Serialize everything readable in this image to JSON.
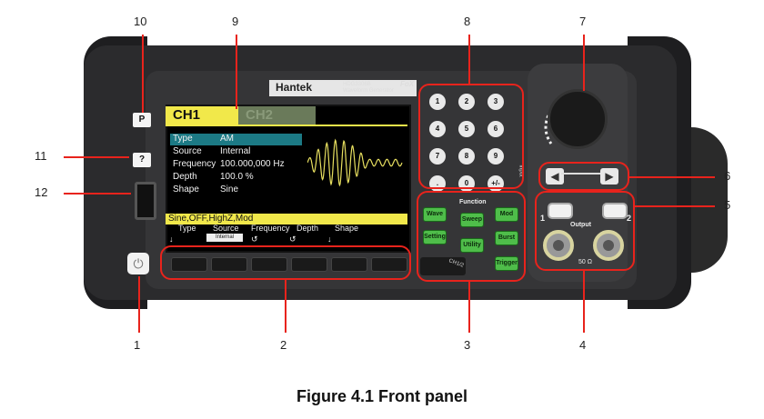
{
  "device": {
    "brand": "Hantek",
    "model_line1": "HDG3306B",
    "model_line2": "Waveform Generator",
    "logo_text": "FoX",
    "left_keys": {
      "p": "P",
      "help": "?"
    },
    "power_symbol": "⏻"
  },
  "screen": {
    "tab_ch1": "CH1",
    "tab_ch2": "CH2",
    "params": [
      {
        "key": "Type",
        "value": "AM"
      },
      {
        "key": "Source",
        "value": "Internal"
      },
      {
        "key": "Frequency",
        "value": "100.000,000 Hz"
      },
      {
        "key": "Depth",
        "value": "100.0 %"
      },
      {
        "key": "Shape",
        "value": "Sine"
      }
    ],
    "status_line": "Sine,OFF,HighZ,Mod",
    "softkeys": [
      {
        "label": "Type",
        "sub": "↓"
      },
      {
        "label": "Source",
        "sub": "Internal"
      },
      {
        "label": "Frequency",
        "sub": "↺"
      },
      {
        "label": "Depth",
        "sub": "↺"
      },
      {
        "label": "Shape",
        "sub": "↓"
      }
    ]
  },
  "keypad": {
    "keys": [
      "1",
      "2",
      "3",
      "4",
      "5",
      "6",
      "7",
      "8",
      "9",
      ".",
      "0",
      "+/-"
    ],
    "side_label": "Input"
  },
  "function_keys": {
    "title": "Function",
    "wave": "Wave",
    "sweep": "Sweep",
    "mod": "Mod",
    "setting": "Setting",
    "utility": "Utility",
    "burst": "Burst",
    "trigger": "Trigger",
    "ch12": "CH1/2"
  },
  "output": {
    "title": "Output",
    "impedance": "50 Ω",
    "ch1_num": "1",
    "ch2_num": "2",
    "arrow_left": "◀",
    "arrow_right": "▶"
  },
  "callouts": [
    "1",
    "2",
    "3",
    "4",
    "5",
    "6",
    "7",
    "8",
    "9",
    "10",
    "11",
    "12"
  ],
  "caption": "Figure 4.1 Front panel",
  "colors": {
    "callout_red": "#e8231c",
    "screen_yellow": "#f1e84a",
    "func_green": "#4fbd4a"
  }
}
